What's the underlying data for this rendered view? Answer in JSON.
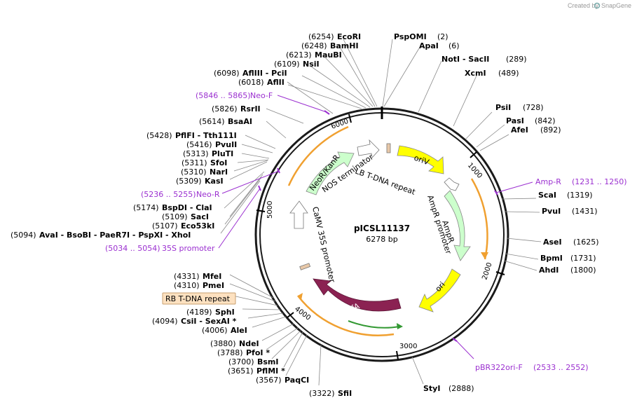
{
  "credit": {
    "prefix": "Created by",
    "brand": "SnapGene"
  },
  "plasmid": {
    "name": "pICSL11137",
    "length": "6278 bp"
  },
  "ticks": [
    "1000",
    "2000",
    "3000",
    "4000",
    "5000",
    "6000"
  ],
  "sites": [
    {
      "pos": "(2)",
      "name": "PspOMI"
    },
    {
      "pos": "(6)",
      "name": "ApaI"
    },
    {
      "pos": "(289)",
      "name": "NotI - SacII"
    },
    {
      "pos": "(489)",
      "name": "XcmI"
    },
    {
      "pos": "(728)",
      "name": "PsiI"
    },
    {
      "pos": "(842)",
      "name": "PasI"
    },
    {
      "pos": "(892)",
      "name": "AfeI"
    },
    {
      "pos": "(1319)",
      "name": "ScaI"
    },
    {
      "pos": "(1431)",
      "name": "PvuI"
    },
    {
      "pos": "(1625)",
      "name": "AseI"
    },
    {
      "pos": "(1731)",
      "name": "BpmI"
    },
    {
      "pos": "(1800)",
      "name": "AhdI"
    },
    {
      "pos": "(2888)",
      "name": "StyI"
    },
    {
      "pos": "(3322)",
      "name": "SfiI"
    },
    {
      "pos": "(3567)",
      "name": "PaqCI"
    },
    {
      "pos": "(3651)",
      "name": "PflMI *"
    },
    {
      "pos": "(3700)",
      "name": "BsmI"
    },
    {
      "pos": "(3788)",
      "name": "PfoI *"
    },
    {
      "pos": "(3880)",
      "name": "NdeI"
    },
    {
      "pos": "(4006)",
      "name": "AleI"
    },
    {
      "pos": "(4094)",
      "name": "CsiI - SexAI *"
    },
    {
      "pos": "(4189)",
      "name": "SphI"
    },
    {
      "pos": "(4310)",
      "name": "PmeI"
    },
    {
      "pos": "(4331)",
      "name": "MfeI"
    },
    {
      "pos": "(5094)",
      "name": "AvaI - BsoBI - PaeR7I - PspXI - XhoI"
    },
    {
      "pos": "(5107)",
      "name": "Eco53kI"
    },
    {
      "pos": "(5109)",
      "name": "SacI"
    },
    {
      "pos": "(5174)",
      "name": "BspDI - ClaI"
    },
    {
      "pos": "(5309)",
      "name": "KasI"
    },
    {
      "pos": "(5310)",
      "name": "NarI"
    },
    {
      "pos": "(5311)",
      "name": "SfoI"
    },
    {
      "pos": "(5313)",
      "name": "PluTI"
    },
    {
      "pos": "(5416)",
      "name": "PvuII"
    },
    {
      "pos": "(5428)",
      "name": "PflFI - Tth111I"
    },
    {
      "pos": "(5614)",
      "name": "BsaAI"
    },
    {
      "pos": "(5826)",
      "name": "RsrII"
    },
    {
      "pos": "(6018)",
      "name": "AflII"
    },
    {
      "pos": "(6098)",
      "name": "AflIII - PciI"
    },
    {
      "pos": "(6109)",
      "name": "NsiI"
    },
    {
      "pos": "(6213)",
      "name": "MauBI"
    },
    {
      "pos": "(6248)",
      "name": "BamHI"
    },
    {
      "pos": "(6254)",
      "name": "EcoRI"
    }
  ],
  "primers": [
    {
      "name": "Neo-F",
      "range": "(5846 .. 5865)"
    },
    {
      "name": "Neo-R",
      "range": "(5236 .. 5255)"
    },
    {
      "name": "35S promoter",
      "range": "(5034 .. 5054)"
    },
    {
      "name": "Amp-R",
      "range": "(1231 .. 1250)"
    },
    {
      "name": "pBR322ori-F",
      "range": "(2533 .. 2552)"
    }
  ],
  "features": {
    "oriV": "oriV",
    "lb_repeat": "LB T-DNA repeat",
    "nos_terminator": "NOS terminator",
    "neor_kanr": "NeoR/KanR",
    "ampr": "AmpR",
    "ampr_promoter": "AmpR promoter",
    "ori": "ori",
    "trfa": "trfA",
    "camv_35s": "CaMV 35S promoter",
    "rb_repeat": "RB T-DNA repeat"
  },
  "colors": {
    "backbone": "#1a1a1a",
    "oriV": "#ffff00",
    "ori": "#ffff00",
    "ampr": "#ccffcc",
    "neor": "#ccffcc",
    "trfa": "#8b2252",
    "orf": "#f0a030",
    "primer": "#9b30d0",
    "rb_box": "#fde1c0"
  }
}
